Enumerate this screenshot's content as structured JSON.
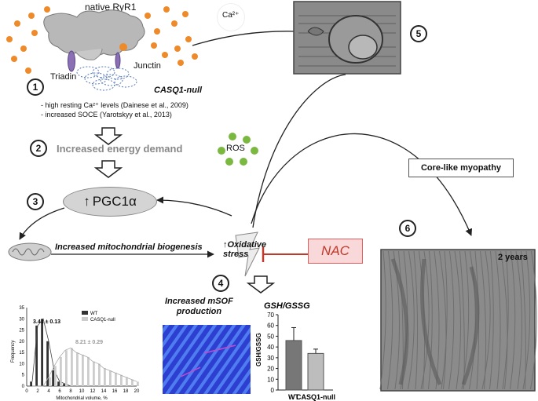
{
  "title_native": "native RyR1",
  "label_triadin": "Triadin",
  "label_junctin": "Junctin",
  "label_casq": "CASQ1-null",
  "label_ca": "Ca²⁺",
  "label_ros": "ROS",
  "bullets": [
    "- high resting Ca²⁺ levels (Dainese et al., 2009)",
    "- increased SOCE (Yarotskyy et al., 2013)"
  ],
  "step_numbers": [
    "1",
    "2",
    "3",
    "4",
    "5",
    "6"
  ],
  "label_energy": "Increased energy demand",
  "label_pgc_arrow": "↑",
  "label_pgc": "PGC1α",
  "label_biogenesis": "Increased mitochondrial biogenesis",
  "label_oxidative_arrow": "↑",
  "label_oxidative": "Oxidative\nstress",
  "label_nac": "NAC",
  "label_msof": "Increased mSOF\nproduction",
  "label_core": "Core-like myopathy",
  "label_2years": "2 years",
  "colors": {
    "ca_dot": "#ee8a2a",
    "ros_dot": "#7ab83f",
    "nac_bg": "#f8d8d8",
    "nac_border": "#e06060",
    "nac_text": "#c0392b",
    "pgc_fill": "#d4d4d4"
  },
  "histogram": {
    "ylabel": "Frequency",
    "xlabel": "Mitochondrial volume, %",
    "legend": [
      "WT",
      "CASQ1-null"
    ],
    "annot_wt": "3.41 ± 0.13",
    "annot_casq": "8.21 ± 0.29",
    "yticks": [
      "0",
      "5",
      "10",
      "15",
      "20",
      "25",
      "30",
      "35"
    ],
    "xticks": [
      "0",
      "2",
      "4",
      "6",
      "8",
      "10",
      "12",
      "14",
      "16",
      "18",
      "20"
    ]
  },
  "chart_data": [
    {
      "type": "bar",
      "title": "GSH/GSSG",
      "ylabel": "GSH/GSSG",
      "categories": [
        "WT",
        "CASQ1-null"
      ],
      "values": [
        46,
        34
      ],
      "errors": [
        12,
        4
      ],
      "ylim": [
        0,
        70
      ],
      "yticks": [
        "0",
        "10",
        "20",
        "30",
        "40",
        "50",
        "60",
        "70"
      ]
    },
    {
      "type": "bar",
      "title": "",
      "xlabel": "Mitochondrial volume, %",
      "ylabel": "Frequency",
      "x": [
        1,
        2,
        3,
        4,
        5,
        6,
        7,
        8,
        9,
        10,
        11,
        12,
        13,
        14,
        15,
        16,
        17,
        18,
        19,
        20
      ],
      "series": [
        {
          "name": "WT",
          "values": [
            2,
            27,
            30,
            20,
            7,
            2,
            1,
            0,
            0,
            0,
            0,
            0,
            0,
            0,
            0,
            0,
            0,
            0,
            0,
            0
          ]
        },
        {
          "name": "CASQ1-null",
          "values": [
            0,
            0,
            0,
            4,
            9,
            13,
            16,
            17,
            15,
            14,
            13,
            11,
            10,
            8,
            7,
            6,
            5,
            4,
            3,
            2
          ]
        }
      ],
      "ylim": [
        0,
        35
      ],
      "xlim": [
        0,
        20
      ]
    }
  ]
}
